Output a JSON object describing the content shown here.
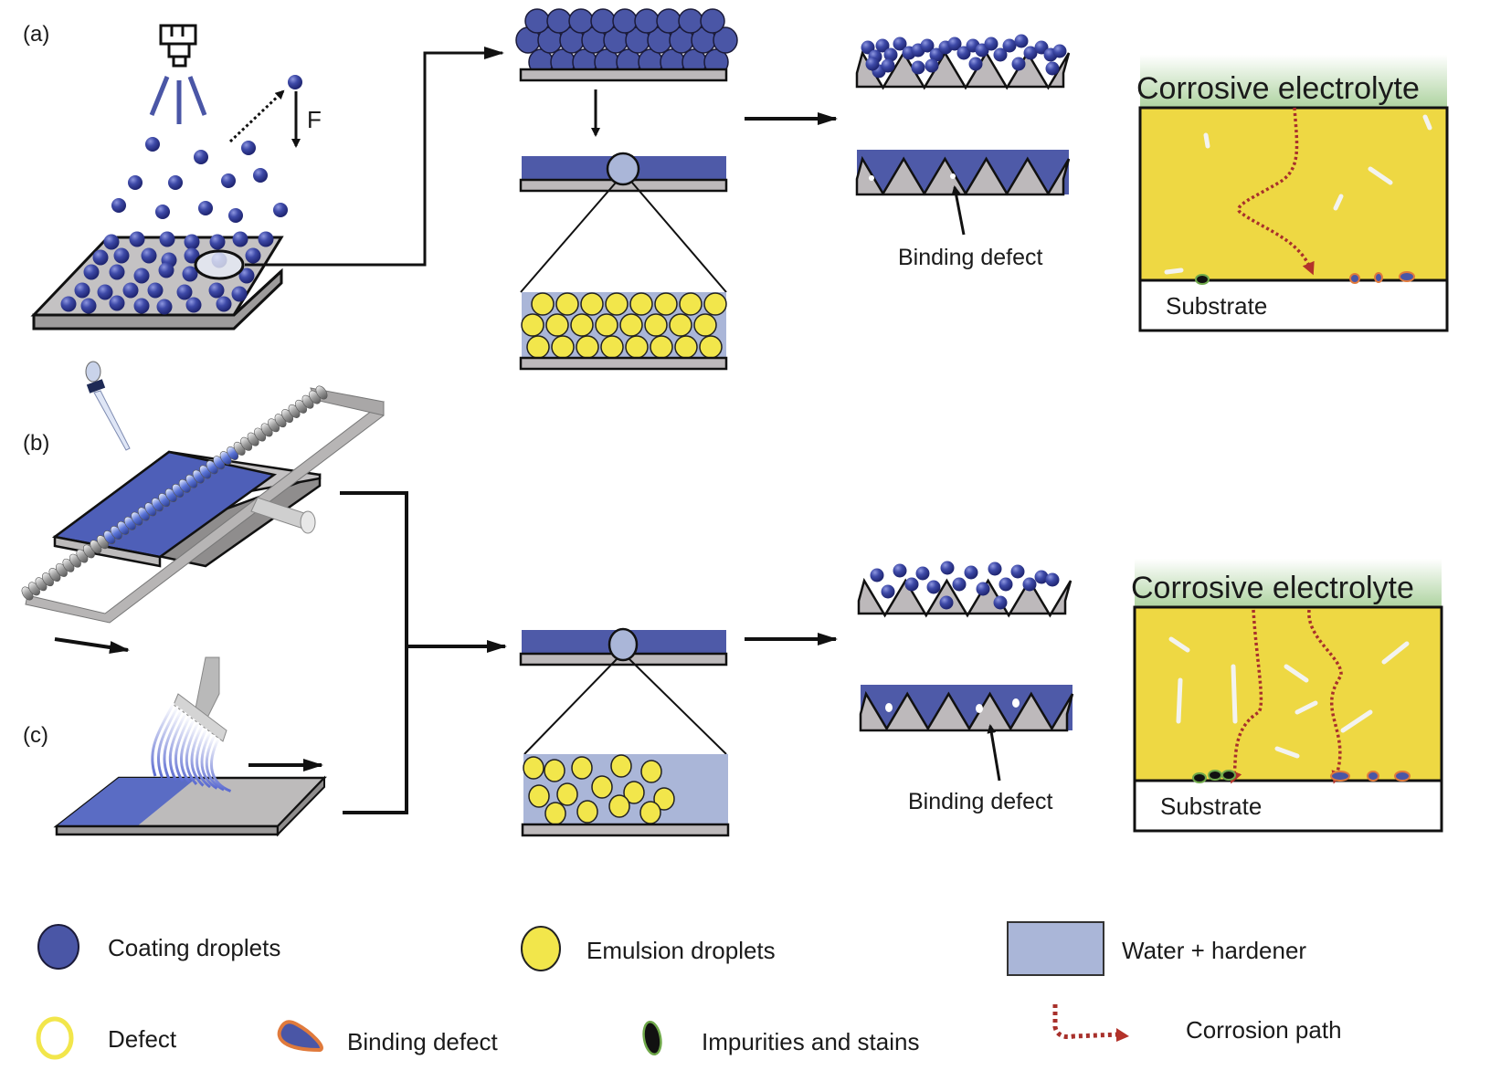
{
  "figure": {
    "panel_labels": [
      "(a)",
      "(b)",
      "(c)"
    ],
    "force_label": "F",
    "binding_defect_label": "Binding defect",
    "electrolyte_label": "Corrosive electrolyte",
    "substrate_label": "Substrate"
  },
  "colors": {
    "coating_blue": "#4a56a6",
    "coating_film": "#4e5aa8",
    "substrate_gray": "#bdb9bb",
    "emulsion_yellow": "#f2e64b",
    "water_hardener": "#aab6d8",
    "coating_yellow": "#eed843",
    "electrolyte_green": "#b8d9ae",
    "corrosion_red": "#a8302b",
    "binding_orange": "#e07a3c",
    "impurity_green": "#6fa84a"
  },
  "legend": {
    "items": [
      {
        "icon": "coating-droplet-icon",
        "label": "Coating droplets"
      },
      {
        "icon": "emulsion-droplet-icon",
        "label": "Emulsion droplets"
      },
      {
        "icon": "water-hardener-swatch",
        "label": "Water + hardener"
      },
      {
        "icon": "defect-ring-icon",
        "label": "Defect"
      },
      {
        "icon": "binding-defect-icon",
        "label": "Binding defect"
      },
      {
        "icon": "impurity-icon",
        "label": "Impurities and stains"
      },
      {
        "icon": "corrosion-path-icon",
        "label": "Corrosion path"
      }
    ]
  }
}
